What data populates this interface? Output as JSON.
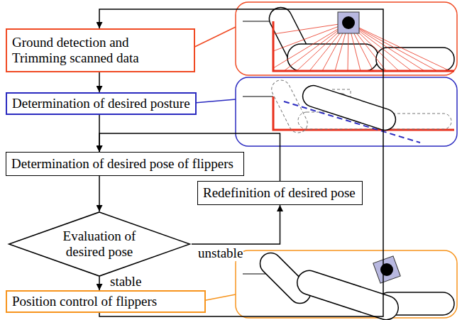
{
  "diagram": {
    "nodes": [
      {
        "text": [
          "Ground detection and Trimming scanned data"
        ]
      },
      {
        "text": [
          "Determination of desired posture"
        ]
      },
      {
        "text": [
          "Determination of desired pose of flippers"
        ]
      },
      {
        "text": [
          "Redefinition of desired pose"
        ]
      },
      {
        "text": [
          "Evaluation of desired pose"
        ]
      },
      {
        "text": [
          "Position control of flippers"
        ]
      }
    ],
    "edges": [
      {
        "from": 0,
        "to": 1,
        "arrow": "to"
      },
      {
        "from": 1,
        "to": 2,
        "arrow": "to"
      },
      {
        "from": 2,
        "to": 4,
        "arrow": "to"
      },
      {
        "from": 4,
        "to": 3,
        "label": "unstable",
        "arrow": "to"
      },
      {
        "from": 3,
        "to": 2,
        "arrow": "to"
      },
      {
        "from": 4,
        "to": 5,
        "label": "stable",
        "arrow": "to"
      },
      {
        "from": 5,
        "to": 0,
        "arrow": "to"
      }
    ]
  }
}
